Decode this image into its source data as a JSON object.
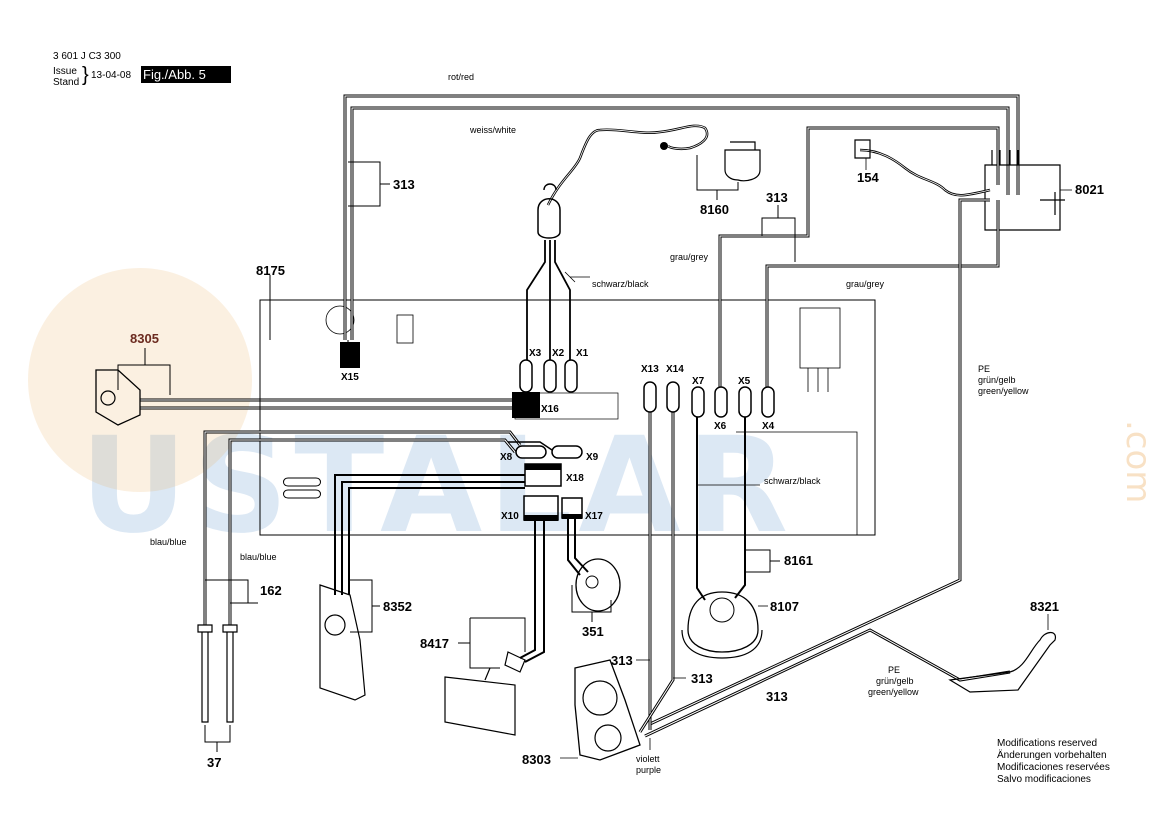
{
  "header": {
    "doc_number": "3 601 J C3 300",
    "issue_label_1": "Issue",
    "issue_label_2": "Stand",
    "date": "13-04-08",
    "figure": "Fig./Abb. 5"
  },
  "modifications": [
    "Modifications reserved",
    "Änderungen vorbehalten",
    "Modificaciones reservées",
    "Salvo modificaciones"
  ],
  "watermark": {
    "text": "USTALAR",
    "suffix": ".com"
  },
  "wire_labels": {
    "red": "rot/red",
    "white": "weiss/white",
    "black1": "schwarz/black",
    "grey1": "grau/grey",
    "grey2": "grau/grey",
    "black2": "schwarz/black",
    "blue1": "blau/blue",
    "blue2": "blau/blue",
    "pe1_a": "PE",
    "pe1_b": "grün/gelb",
    "pe1_c": "green/yellow",
    "pe2_a": "PE",
    "pe2_b": "grün/gelb",
    "pe2_c": "green/yellow",
    "violet_a": "violett",
    "violet_b": "purple"
  },
  "connectors": {
    "x1": "X1",
    "x2": "X2",
    "x3": "X3",
    "x4": "X4",
    "x5": "X5",
    "x6": "X6",
    "x7": "X7",
    "x8": "X8",
    "x9": "X9",
    "x10": "X10",
    "x13": "X13",
    "x14": "X14",
    "x15": "X15",
    "x16": "X16",
    "x17": "X17",
    "x18": "X18"
  },
  "parts": {
    "p313a": "313",
    "p8160": "8160",
    "p313b": "313",
    "p154": "154",
    "p8021": "8021",
    "p8175": "8175",
    "p8305": "8305",
    "p8161": "8161",
    "p8107": "8107",
    "p162": "162",
    "p8352": "8352",
    "p351": "351",
    "p8417": "8417",
    "p313c": "313",
    "p313d": "313",
    "p313e": "313",
    "p8321": "8321",
    "p8303": "8303",
    "p37": "37"
  },
  "colors": {
    "ink": "#000000",
    "highlight": "#6b2a1f",
    "watermark_blue": "#508cc8",
    "watermark_orange": "#ebaa5a"
  }
}
